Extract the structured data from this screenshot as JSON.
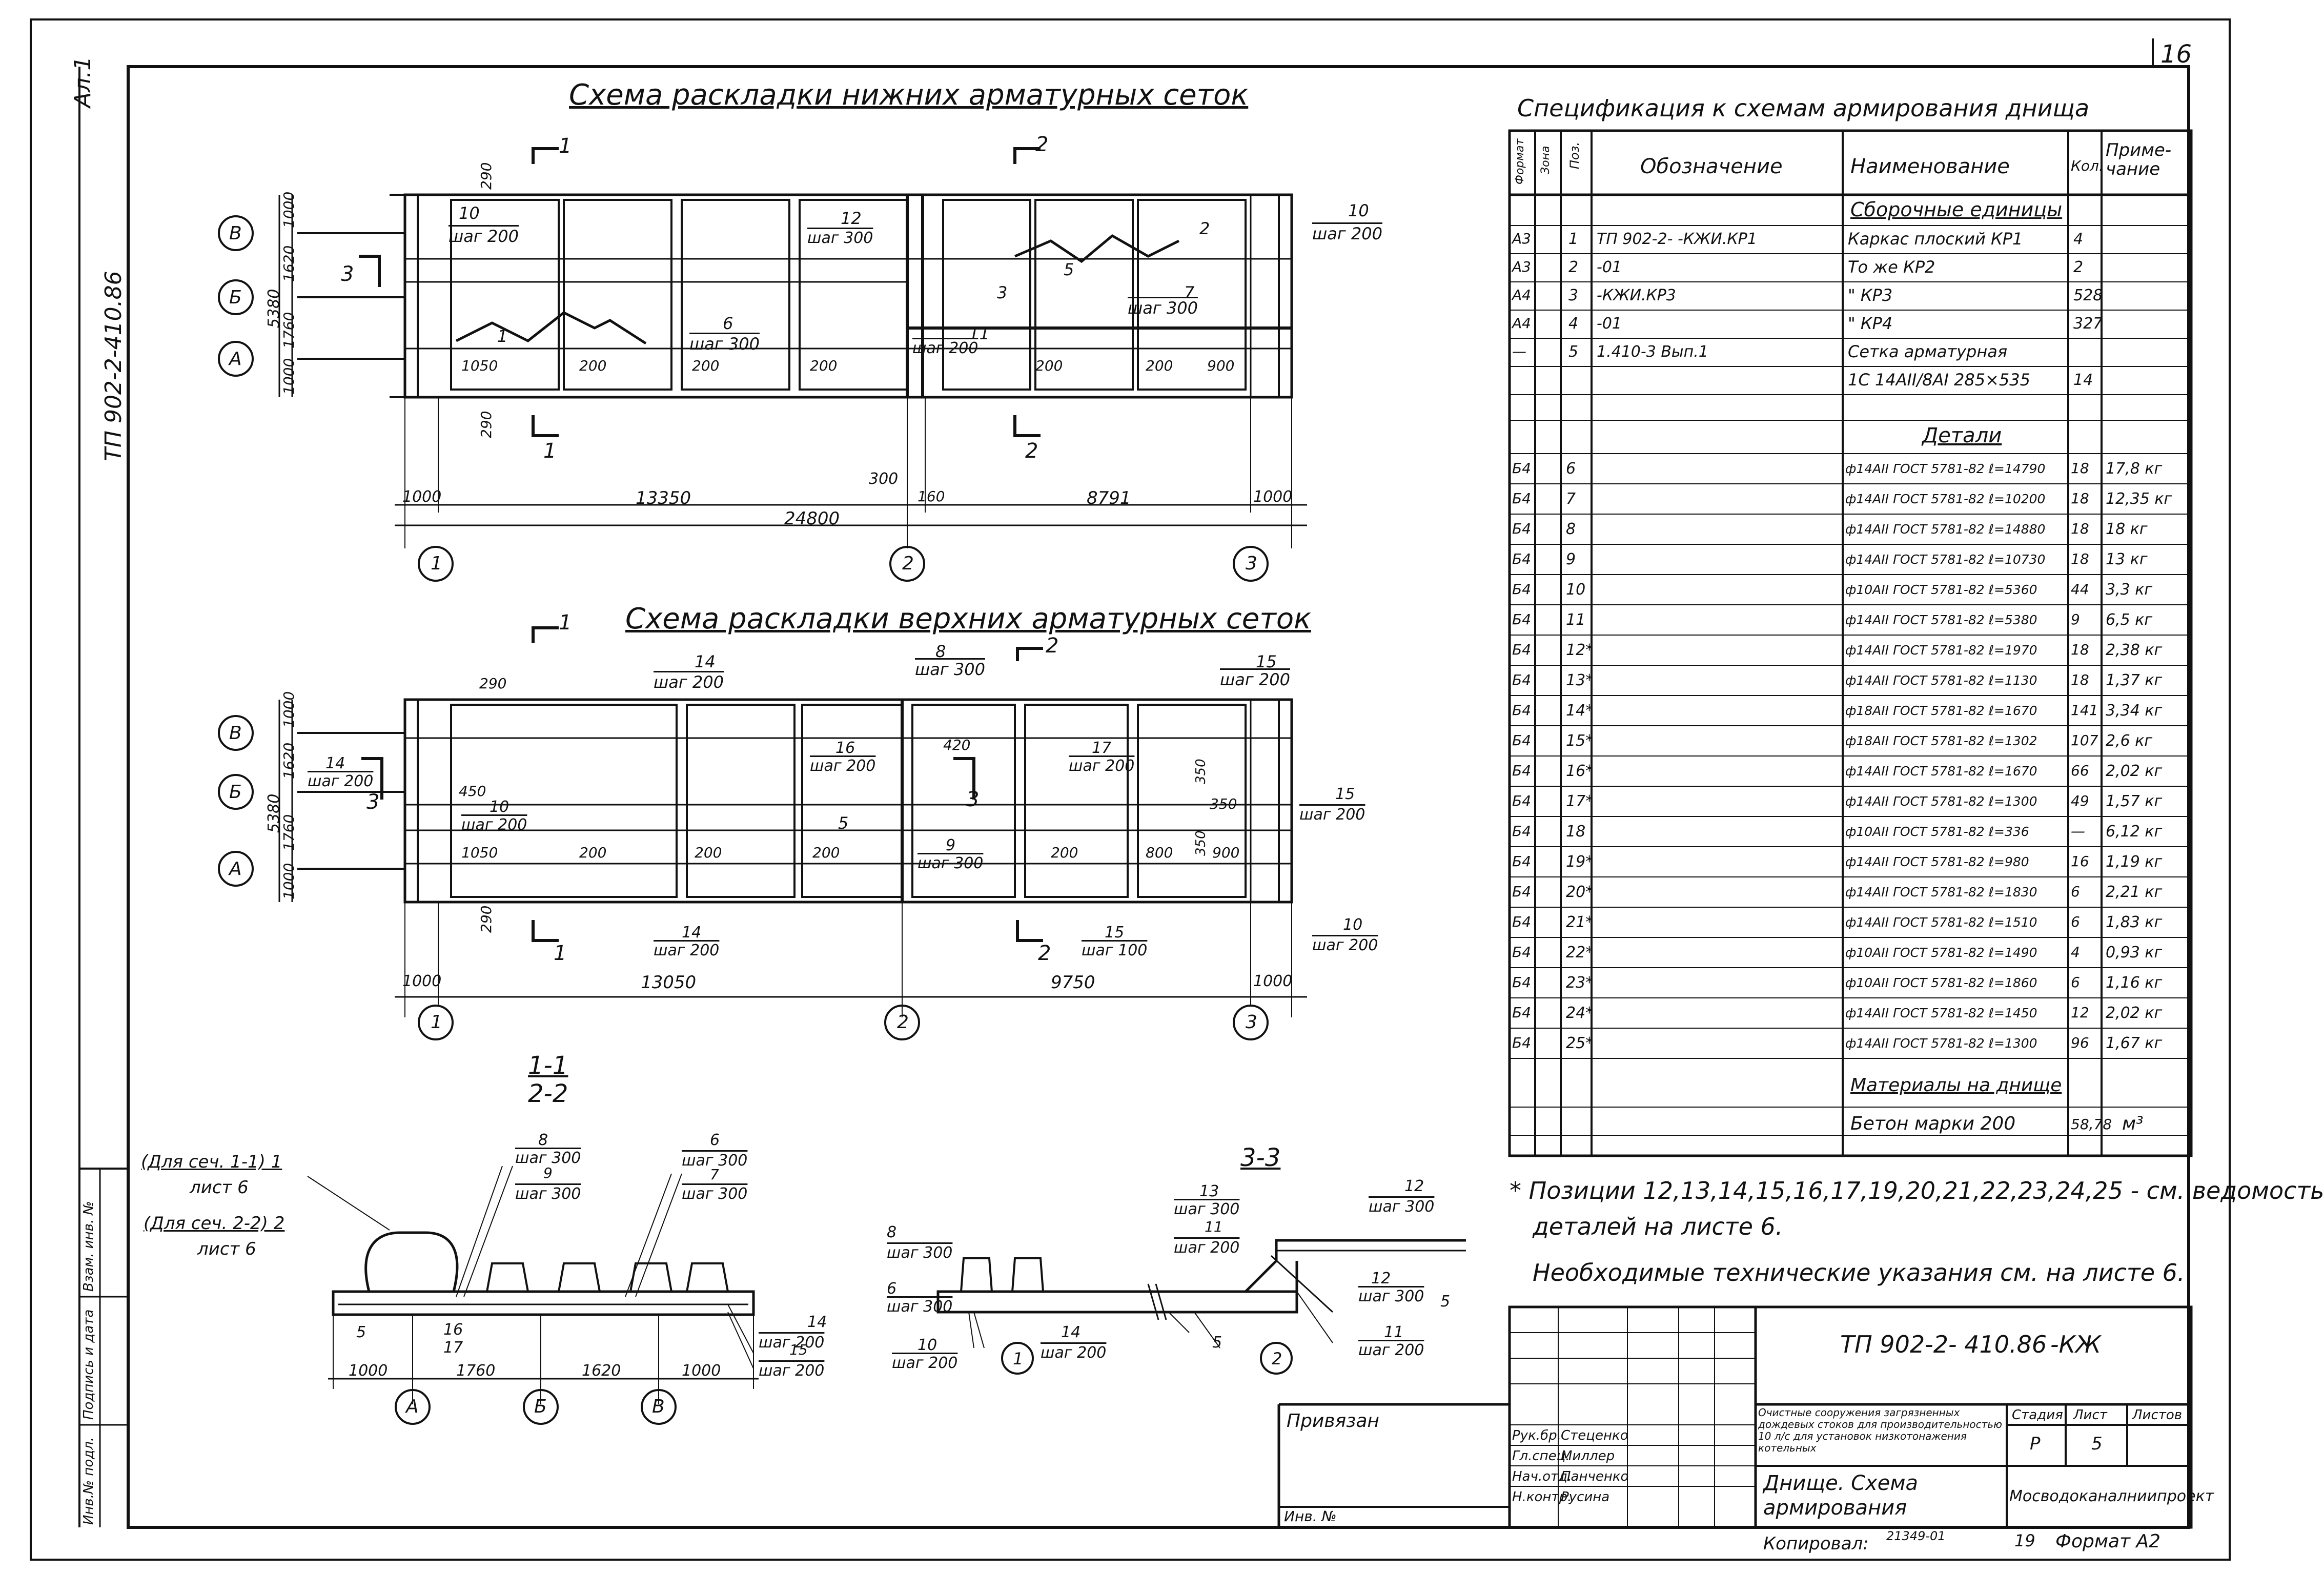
{
  "sheet": {
    "number": "16",
    "sheet_label": "Ал.1",
    "side_code": "ТП 902-2-410.86"
  },
  "titles": {
    "lower_scheme": "Схема раскладки нижних арматурных сеток",
    "upper_scheme": "Схема раскладки верхних арматурных сеток",
    "section_11_22_top": "1-1",
    "section_11_22_bottom": "2-2",
    "section_33": "3-3",
    "spec_title": "Спецификация к схемам армирования днища"
  },
  "lower_scheme": {
    "axes_rows": [
      "В",
      "Б",
      "А"
    ],
    "axes_cols": [
      "1",
      "2",
      "3"
    ],
    "row_dims": [
      "1000",
      "1620",
      "1760",
      "1000"
    ],
    "total_row": "5380",
    "dims_bottom": [
      "1000",
      "13350",
      "300",
      "160",
      "8791",
      "1000"
    ],
    "total_bottom": "24800",
    "labels": {
      "p10": "10",
      "p10_step": "шаг 200",
      "p12": "12",
      "p12_step": "шаг 300",
      "p6": "6",
      "p6_step": "шаг 300",
      "p11": "11",
      "p11_step": "шаг 200",
      "p7": "7",
      "p7_step": "шаг 300",
      "p10r": "10",
      "p10r_step": "шаг 200",
      "p1": "1",
      "p2": "2",
      "p3": "3",
      "p5": "5",
      "d290a": "290",
      "d290b": "290",
      "d1050": "1050",
      "d200a": "200",
      "d200b": "200",
      "d200c": "200",
      "d200d": "200",
      "d200e": "200",
      "d900": "900",
      "cut1": "1",
      "cut2": "2",
      "cut3": "3"
    }
  },
  "upper_scheme": {
    "axes_rows": [
      "В",
      "Б",
      "А"
    ],
    "axes_cols": [
      "1",
      "2",
      "3"
    ],
    "row_dims": [
      "1000",
      "1620",
      "1760",
      "1000"
    ],
    "total_row": "5380",
    "dims_bottom": [
      "1000",
      "13050",
      "9750",
      "1000"
    ],
    "labels": {
      "p14": "14",
      "p14_step": "шаг 200",
      "p8": "8",
      "p8_step": "шаг 300",
      "p15": "15",
      "p15_step": "шаг 200",
      "p14l": "14",
      "p14l_step": "шаг 200",
      "p10": "10",
      "p10_step": "шаг 200",
      "p16": "16",
      "p16_step": "шаг 200",
      "p17": "17",
      "p17_step": "шаг 200",
      "p15r": "15",
      "p15r_step": "шаг 200",
      "p5": "5",
      "p9": "9",
      "p9_step": "шаг 300",
      "p14b": "14",
      "p14b_step": "шаг 200",
      "p15b": "15",
      "p15b_step": "шаг 100",
      "p10b": "10",
      "p10b_step": "шаг 200",
      "d290a": "290",
      "d290b": "290",
      "d450": "450",
      "d1050": "1050",
      "d200a": "200",
      "d200b": "200",
      "d200c": "200",
      "d200d": "200",
      "d800": "800",
      "d900": "900",
      "d420": "420",
      "d350": "350",
      "d350b": "350",
      "d350c": "350",
      "cut1": "1",
      "cut2": "2",
      "cut3": "3"
    }
  },
  "section_11": {
    "note1": "(Для сеч. 1-1) 1",
    "note1b": "лист 6",
    "note2": "(Для сеч. 2-2) 2",
    "note2b": "лист 6",
    "p8": "8",
    "p8_step": "шаг 300",
    "p9": "9",
    "p9_step": "шаг 300",
    "p6": "6",
    "p6_step": "шаг 300",
    "p7": "7",
    "p7_step": "шаг 300",
    "p5": "5",
    "p16": "16",
    "p17": "17",
    "p14": "14",
    "p14_step": "шаг 200",
    "p15": "15",
    "p15_step": "шаг 200",
    "dims": [
      "1000",
      "1760",
      "1620",
      "1000"
    ],
    "axes": [
      "А",
      "Б",
      "В"
    ]
  },
  "section_33": {
    "p8": "8",
    "p8_step": "шаг 300",
    "p6": "6",
    "p6_step": "шаг 300",
    "p10": "10",
    "p10_step": "шаг 200",
    "p14": "14",
    "p14_step": "шаг 200",
    "p13": "13",
    "p13_step": "шаг 300",
    "p11": "11",
    "p11_step": "шаг 200",
    "p12": "12",
    "p12_step": "шаг 300",
    "p12b": "12",
    "p12b_step": "шаг 300",
    "p11b": "11",
    "p11b_step": "шаг 200",
    "p5": "5",
    "p5b": "5",
    "ax1": "1",
    "ax2": "2"
  },
  "spec": {
    "headers": {
      "format": "Формат",
      "zone": "Зона",
      "pos": "Поз.",
      "designation": "Обозначение",
      "name": "Наименование",
      "qty": "Кол.",
      "note": "Приме-чание"
    },
    "sections": {
      "assemblies": "Сборочные единицы",
      "details": "Детали",
      "materials": "Материалы на днище"
    },
    "assembly_rows": [
      {
        "format": "А3",
        "pos": "1",
        "des": "ТП 902-2-    -КЖИ.КР1",
        "name": "Каркас плоский КР1",
        "qty": "4",
        "note": ""
      },
      {
        "format": "А3",
        "pos": "2",
        "des": "-01",
        "name": "То же   КР2",
        "qty": "2",
        "note": ""
      },
      {
        "format": "А4",
        "pos": "3",
        "des": "-КЖИ.КР3",
        "name": "\"   КР3",
        "qty": "528",
        "note": ""
      },
      {
        "format": "А4",
        "pos": "4",
        "des": "-01",
        "name": "\"   КР4",
        "qty": "327",
        "note": ""
      },
      {
        "format": "—",
        "pos": "5",
        "des": "1.410-3 Вып.1",
        "name": "Сетка арматурная",
        "qty": "",
        "note": ""
      },
      {
        "format": "",
        "pos": "",
        "des": "",
        "name": "1С 14АII/8АI 285×535",
        "qty": "14",
        "note": ""
      }
    ],
    "detail_rows": [
      {
        "format": "Б4",
        "pos": "6",
        "name": "ф14АII ГОСТ 5781-82 ℓ=14790",
        "qty": "18",
        "note": "17,8 кг"
      },
      {
        "format": "Б4",
        "pos": "7",
        "name": "ф14АII ГОСТ 5781-82 ℓ=10200",
        "qty": "18",
        "note": "12,35 кг"
      },
      {
        "format": "Б4",
        "pos": "8",
        "name": "ф14АII ГОСТ 5781-82 ℓ=14880",
        "qty": "18",
        "note": "18 кг"
      },
      {
        "format": "Б4",
        "pos": "9",
        "name": "ф14АII ГОСТ 5781-82 ℓ=10730",
        "qty": "18",
        "note": "13 кг"
      },
      {
        "format": "Б4",
        "pos": "10",
        "name": "ф10АII ГОСТ 5781-82 ℓ=5360",
        "qty": "44",
        "note": "3,3 кг"
      },
      {
        "format": "Б4",
        "pos": "11",
        "name": "ф14АII ГОСТ 5781-82 ℓ=5380",
        "qty": "9",
        "note": "6,5 кг"
      },
      {
        "format": "Б4",
        "pos": "12*",
        "name": "ф14АII ГОСТ 5781-82 ℓ=1970",
        "qty": "18",
        "note": "2,38 кг"
      },
      {
        "format": "Б4",
        "pos": "13*",
        "name": "ф14АII ГОСТ 5781-82 ℓ=1130",
        "qty": "18",
        "note": "1,37 кг"
      },
      {
        "format": "Б4",
        "pos": "14*",
        "name": "ф18АII ГОСТ 5781-82 ℓ=1670",
        "qty": "141",
        "note": "3,34 кг"
      },
      {
        "format": "Б4",
        "pos": "15*",
        "name": "ф18АII ГОСТ 5781-82 ℓ=1302",
        "qty": "107",
        "note": "2,6 кг"
      },
      {
        "format": "Б4",
        "pos": "16*",
        "name": "ф14АII ГОСТ 5781-82 ℓ=1670",
        "qty": "66",
        "note": "2,02 кг"
      },
      {
        "format": "Б4",
        "pos": "17*",
        "name": "ф14АII ГОСТ 5781-82 ℓ=1300",
        "qty": "49",
        "note": "1,57 кг"
      },
      {
        "format": "Б4",
        "pos": "18",
        "name": "ф10АII ГОСТ 5781-82 ℓ=336",
        "qty": "—",
        "note": "6,12 кг"
      },
      {
        "format": "Б4",
        "pos": "19*",
        "name": "ф14АII ГОСТ 5781-82 ℓ=980",
        "qty": "16",
        "note": "1,19 кг"
      },
      {
        "format": "Б4",
        "pos": "20*",
        "name": "ф14АII ГОСТ 5781-82 ℓ=1830",
        "qty": "6",
        "note": "2,21 кг"
      },
      {
        "format": "Б4",
        "pos": "21*",
        "name": "ф14АII ГОСТ 5781-82 ℓ=1510",
        "qty": "6",
        "note": "1,83 кг"
      },
      {
        "format": "Б4",
        "pos": "22*",
        "name": "ф10АII ГОСТ 5781-82 ℓ=1490",
        "qty": "4",
        "note": "0,93 кг"
      },
      {
        "format": "Б4",
        "pos": "23*",
        "name": "ф10АII ГОСТ 5781-82 ℓ=1860",
        "qty": "6",
        "note": "1,16 кг"
      },
      {
        "format": "Б4",
        "pos": "24*",
        "name": "ф14АII ГОСТ 5781-82 ℓ=1450",
        "qty": "12",
        "note": "2,02 кг"
      },
      {
        "format": "Б4",
        "pos": "25*",
        "name": "ф14АII ГОСТ 5781-82 ℓ=1300",
        "qty": "96",
        "note": "1,67 кг"
      }
    ],
    "material_row": {
      "name": "Бетон марки 200",
      "qty": "58,78",
      "note": "м³"
    }
  },
  "notes": {
    "note1": "* Позиции 12,13,14,15,16,17,19,20,21,22,23,24,25 - см. ведомость",
    "note1b": "деталей на листе 6.",
    "note2": "Необходимые технические указания см. на листе 6."
  },
  "stamp": {
    "code": "ТП 902-2- 410.86",
    "suffix": "-КЖ",
    "privyazan": "Привязан",
    "inv": "Инв. №",
    "roles": [
      "Рук.бр.",
      "Гл.спец.",
      "Нач.отд.",
      "Н.контр."
    ],
    "names": [
      "Стеценко",
      "Миллер",
      "Панченко",
      "Русина"
    ],
    "object": "Очистные сооружения загрязненных дождевых стоков для производительностью 10 л/с для установок низкотонажения котельных",
    "sheet_title": "Днище. Схема армирования",
    "stage_h": "Стадия",
    "sheet_h": "Лист",
    "sheets_h": "Листов",
    "stage": "Р",
    "sheet": "5",
    "sheets": "",
    "org": "Мосводоканалниипроект",
    "copied": "Копировал:",
    "copied_num": "21349-01",
    "sheet_no": "19",
    "format": "Формат А2"
  },
  "left_stamp": {
    "inv_podl": "Инв.№ подл.",
    "sign": "Подпись и дата",
    "vzam": "Взам. инв. №"
  }
}
